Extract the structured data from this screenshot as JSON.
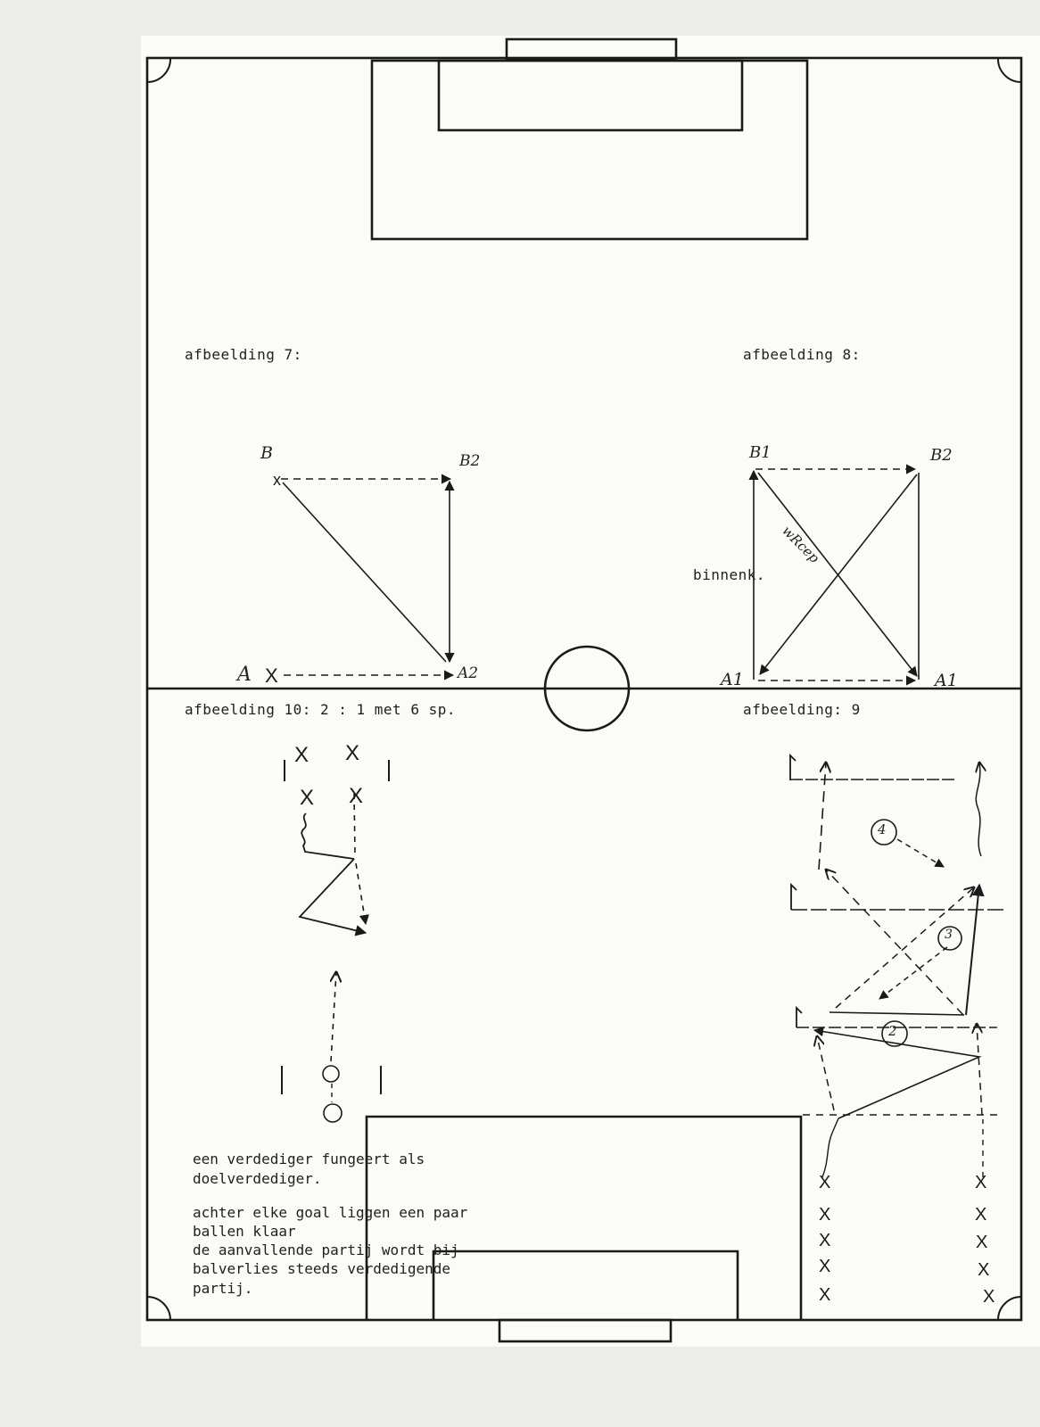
{
  "labels": {
    "fig7": "afbeelding 7:",
    "fig8": "afbeelding 8:",
    "fig9": "afbeelding: 9",
    "fig10": "afbeelding 10: 2 : 1 met 6 sp."
  },
  "fig7": {
    "b": "B",
    "b2": "B2",
    "a": "A",
    "a2": "A2"
  },
  "fig8": {
    "b1": "B1",
    "b2": "B2",
    "a1_left": "A1",
    "a1_right": "A1",
    "weg": "wRcep",
    "binnenk": "binnenk."
  },
  "fig9": {
    "step2": "2",
    "step3": "3",
    "step4": "4"
  },
  "notes": {
    "line1": "een verdediger fungeert als",
    "line2": "doelverdediger.",
    "line3": "achter elke goal liggen een paar",
    "line4": "ballen klaar",
    "line5": "de aanvallende partij wordt bij",
    "line6": "balverlies steeds verdedigende",
    "line7": "partij."
  },
  "colors": {
    "ink": "#1a1a1a",
    "paper": "#fbfbf8",
    "background": "#ececea"
  }
}
